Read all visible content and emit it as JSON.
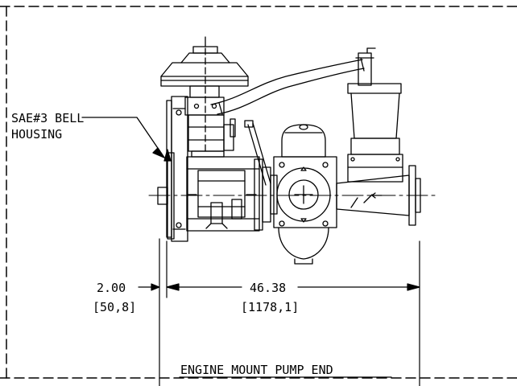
{
  "callout": {
    "line1": "SAE#3 BELL",
    "line2": "HOUSING"
  },
  "dimensions": {
    "offset": {
      "value": "2.00",
      "metric": "[50,8]"
    },
    "length": {
      "value": "46.38",
      "metric": "[1178,1]"
    }
  },
  "title": "ENGINE MOUNT PUMP END",
  "colors": {
    "ink": "#000000",
    "paper": "#ffffff"
  }
}
